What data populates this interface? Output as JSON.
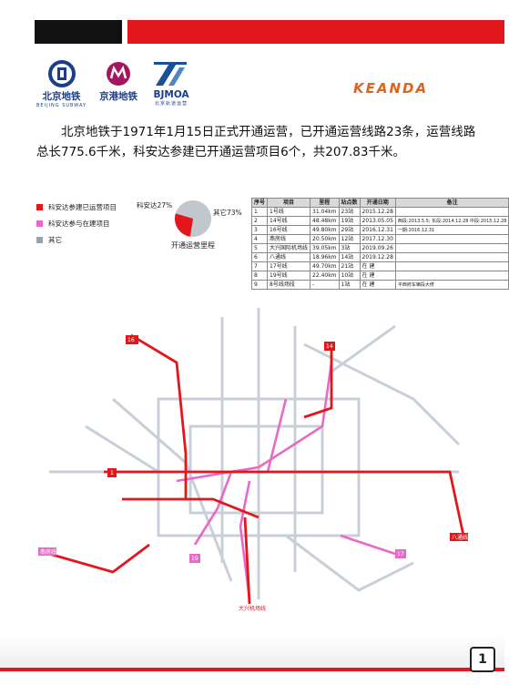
{
  "header": {
    "accent_color": "#e3161b"
  },
  "logos": [
    {
      "name": "北京地铁",
      "sub": "BEIJING SUBWAY"
    },
    {
      "name": "京港地铁",
      "sub": ""
    },
    {
      "name": "BJMOA",
      "sub": "北京轨道运营"
    }
  ],
  "brand": "KEANDA",
  "intro": "北京地铁于1971年1月15日正式开通运营，已开通运营线路23条，运营线路总长775.6千米，科安达参建已开通运营项目6个，共207.83千米。",
  "legend": [
    {
      "label": "科安达参建已运营项目",
      "color": "#e3161b"
    },
    {
      "label": "科安达参与在建项目",
      "color": "#e86ac7"
    },
    {
      "label": "其它",
      "color": "#9aa3a9"
    }
  ],
  "pie": {
    "label_keanda": "科安达27%",
    "label_other": "其它73%",
    "caption": "开通运营里程",
    "keanda_pct": 27
  },
  "table": {
    "headers": [
      "序号",
      "项目",
      "里程",
      "站点数",
      "开通日期",
      "备注"
    ],
    "rows": [
      [
        "1",
        "1号线",
        "31.04km",
        "23站",
        "2015.12.28",
        ""
      ],
      [
        "2",
        "14号线",
        "48.48km",
        "19站",
        "2013.05.05",
        "西段:2013.5.5; 东段:2014.12.28 中段:2015.12.28"
      ],
      [
        "3",
        "16号线",
        "49.80km",
        "29站",
        "2016.12.31",
        "一期:2016.12.31"
      ],
      [
        "4",
        "燕房线",
        "20.50km",
        "12站",
        "2017.12.30",
        ""
      ],
      [
        "5",
        "大兴国际机场线",
        "39.05km",
        "3站",
        "2019.09.26",
        ""
      ],
      [
        "6",
        "八通线",
        "18.96km",
        "14站",
        "2019.12.28",
        ""
      ],
      [
        "7",
        "17号线",
        "49.70km",
        "21站",
        "在 建",
        ""
      ],
      [
        "8",
        "19号线",
        "22.40km",
        "10站",
        "在 建",
        ""
      ],
      [
        "9",
        "8号线场段",
        "-",
        "1站",
        "在 建",
        "平西府车辆段大修"
      ]
    ]
  },
  "map_labels": {
    "yanfang": "燕房线",
    "batong": "八通线",
    "line14": "14",
    "line1": "1",
    "line16": "16",
    "line17": "17",
    "line19": "19",
    "daxing": "大兴机场线"
  },
  "page_number": "1"
}
